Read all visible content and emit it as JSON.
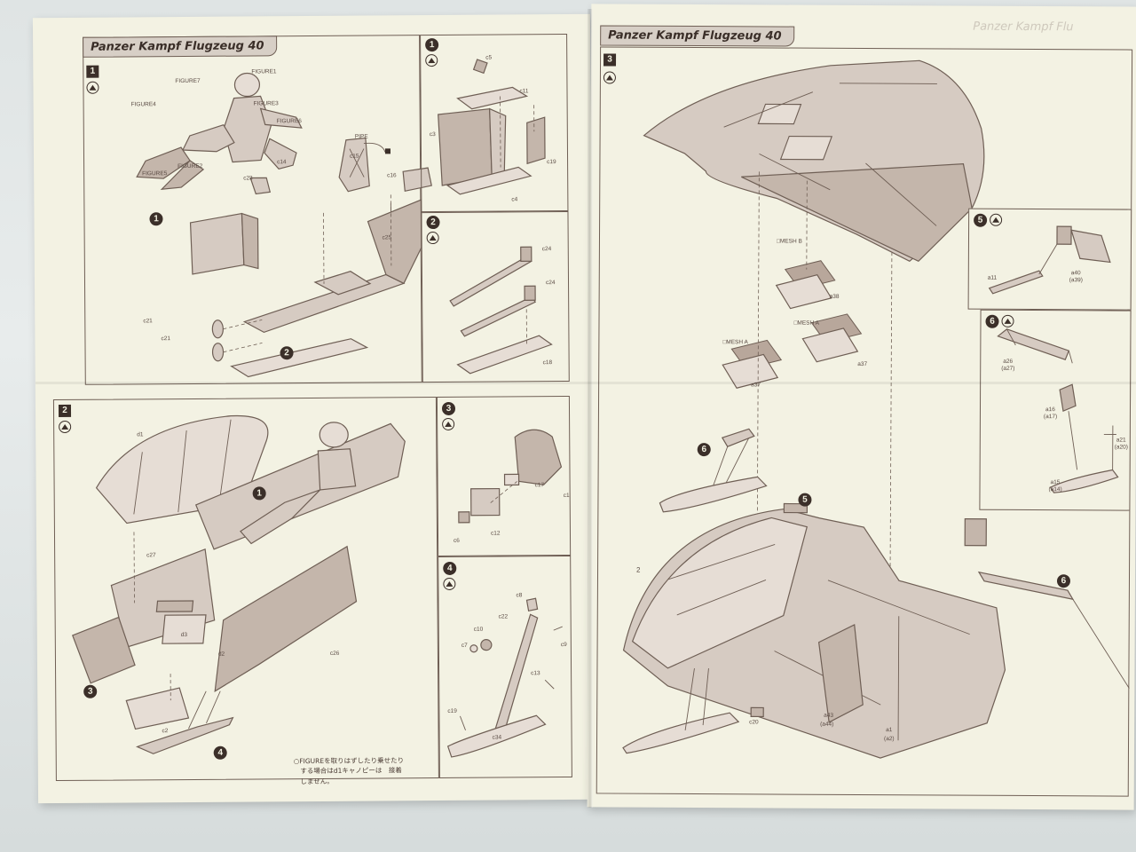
{
  "left_page": {
    "title": "Panzer Kampf Flugzeug 40",
    "step1": {
      "number": "1",
      "labels": {
        "figure1": "FIGURE1",
        "figure7": "FIGURE7",
        "figure3": "FIGURE3",
        "figure4": "FIGURE4",
        "figure6": "FIGURE6",
        "figure5": "FIGURE5",
        "figure2": "FIGURE2",
        "pipe": "PIPE",
        "c14": "c14",
        "c15": "c15",
        "c16": "c16",
        "c23": "c23",
        "c25": "c25",
        "c21a": "c21",
        "c21b": "c21",
        "sub1": "1",
        "sub2": "2"
      }
    },
    "sub1": {
      "number": "1",
      "labels": {
        "c5": "c5",
        "c11": "c11",
        "c3": "c3",
        "c19": "c19",
        "c4": "c4"
      }
    },
    "sub2": {
      "number": "2",
      "labels": {
        "c24a": "c24",
        "c24b": "c24",
        "c18": "c18"
      }
    },
    "step2": {
      "number": "2",
      "labels": {
        "d1": "d1",
        "c27": "c27",
        "d3": "d3",
        "d2": "d2",
        "c26": "c26",
        "c2": "c2",
        "sub1": "1",
        "sub3": "3",
        "sub4": "4"
      },
      "note_lines": [
        "○FIGUREを取りはずしたり乗せたり",
        "　する場合はd1キャノピーは　接着",
        "　しません。"
      ]
    },
    "sub3": {
      "number": "3",
      "labels": {
        "c17": "c17",
        "c1": "c1",
        "c12": "c12",
        "c6": "c6"
      }
    },
    "sub4": {
      "number": "4",
      "labels": {
        "c8": "c8",
        "c22": "c22",
        "c10": "c10",
        "c7": "c7",
        "c9": "c9",
        "c13": "c13",
        "c19": "c19",
        "c34": "c34"
      }
    }
  },
  "right_page": {
    "title": "Panzer Kampf Flugzeug 40",
    "ghost_title": "Panzer Kampf Flu",
    "step3": {
      "number": "3",
      "labels": {
        "mesh_b": "□MESH B",
        "a38": "a38",
        "mesh_a1": "□MESH A",
        "mesh_a2": "□MESH A",
        "a37a": "a37",
        "a37b": "a37",
        "c20": "c20",
        "a43": "a43",
        "a44": "(a44)",
        "a1": "a1",
        "a2": "(a2)",
        "step2ref": "2",
        "sub5": "5",
        "sub6a": "6",
        "sub6b": "6"
      }
    },
    "sub5": {
      "number": "5",
      "labels": {
        "a11": "a11",
        "a40": "a40",
        "a39": "(a39)"
      }
    },
    "sub6": {
      "number": "6",
      "labels": {
        "a26": "a26",
        "a27": "(a27)",
        "a16": "a16",
        "a17": "(a17)",
        "a21": "a21",
        "a20": "(a20)",
        "a15": "a15",
        "a14": "(a14)"
      }
    }
  },
  "colors": {
    "paper": "#f3f2e3",
    "ink": "#6f5f55",
    "part_fill": "#d6cbc2",
    "tab_fill": "#d7cfc6"
  }
}
